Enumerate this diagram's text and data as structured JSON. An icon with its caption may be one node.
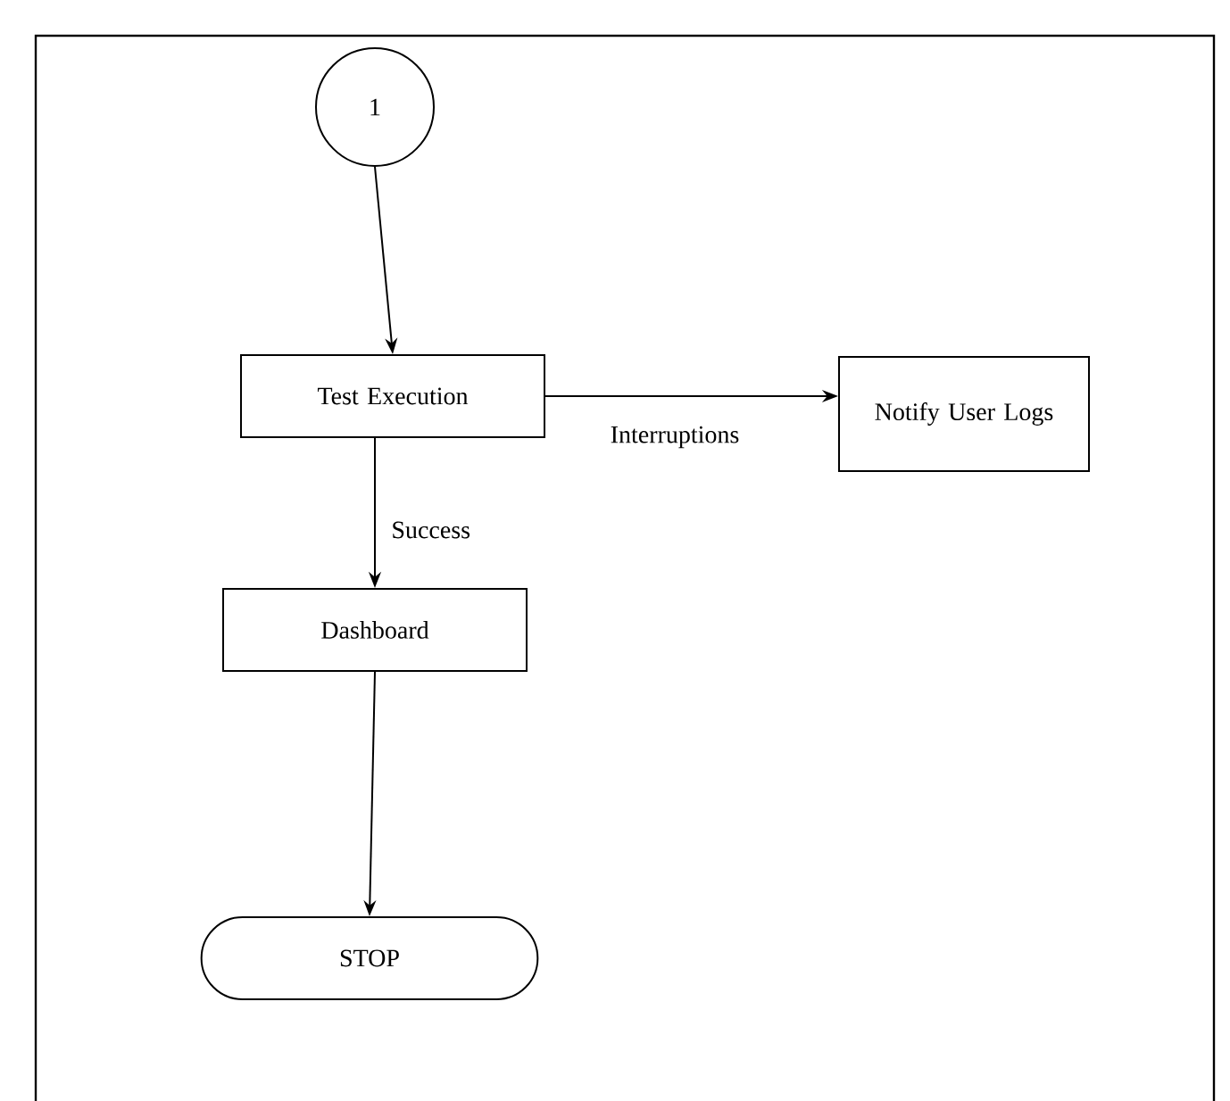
{
  "diagram": {
    "nodes": [
      {
        "text": [
          "1"
        ]
      },
      {
        "text": [
          "Test Execution"
        ]
      },
      {
        "text": [
          "Notify User Logs"
        ]
      },
      {
        "text": [
          "Dashboard"
        ]
      },
      {
        "text": [
          "STOP"
        ]
      }
    ],
    "edges": [
      {
        "from": 0,
        "to": 1,
        "arrow": "to"
      },
      {
        "from": 1,
        "to": 2,
        "arrow": "to",
        "label": "Interruptions"
      },
      {
        "from": 1,
        "to": 3,
        "arrow": "to",
        "label": "Success"
      },
      {
        "from": 3,
        "to": 4,
        "arrow": "to"
      }
    ]
  }
}
